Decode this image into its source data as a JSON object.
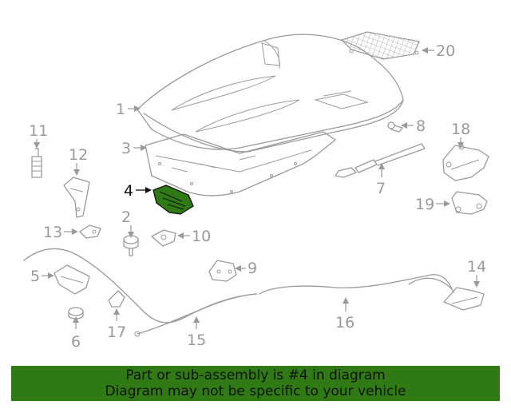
{
  "diagram": {
    "highlighted_part": "4",
    "highlight_color": "#2f7a14",
    "callouts": [
      "1",
      "2",
      "3",
      "4",
      "5",
      "6",
      "7",
      "8",
      "9",
      "10",
      "11",
      "12",
      "13",
      "14",
      "15",
      "16",
      "17",
      "18",
      "19",
      "20"
    ]
  },
  "banner": {
    "line1": "Part or sub-assembly is #4 in diagram",
    "line2": "Diagram may not be specific to your vehicle",
    "background": "#2f7a14"
  }
}
